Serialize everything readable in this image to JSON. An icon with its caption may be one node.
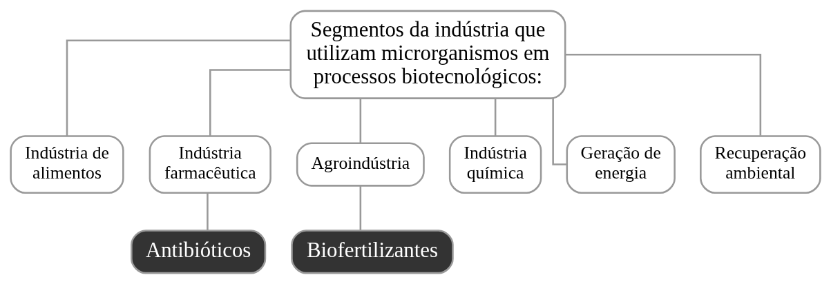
{
  "diagram": {
    "nodes": [
      {
        "text": [
          "Segmentos da indústria que utilizam microrganismos em processos biotecnológicos:"
        ]
      },
      {
        "text": [
          "Indústria de alimentos"
        ]
      },
      {
        "text": [
          "Indústria farmacêutica"
        ]
      },
      {
        "text": [
          "Agroindústria"
        ]
      },
      {
        "text": [
          "Indústria química"
        ]
      },
      {
        "text": [
          "Geração de energia"
        ]
      },
      {
        "text": [
          "Recuperação ambiental"
        ]
      },
      {
        "text": [
          "Antibióticos"
        ]
      },
      {
        "text": [
          "Biofertilizantes"
        ]
      }
    ],
    "edges": [
      {
        "from": 0,
        "to": 1,
        "arrow": "none"
      },
      {
        "from": 0,
        "to": 2,
        "arrow": "none"
      },
      {
        "from": 0,
        "to": 3,
        "arrow": "none"
      },
      {
        "from": 0,
        "to": 4,
        "arrow": "none"
      },
      {
        "from": 0,
        "to": 5,
        "arrow": "none"
      },
      {
        "from": 0,
        "to": 6,
        "arrow": "none"
      },
      {
        "from": 2,
        "to": 7,
        "arrow": "none"
      },
      {
        "from": 3,
        "to": 8,
        "arrow": "none"
      }
    ]
  }
}
